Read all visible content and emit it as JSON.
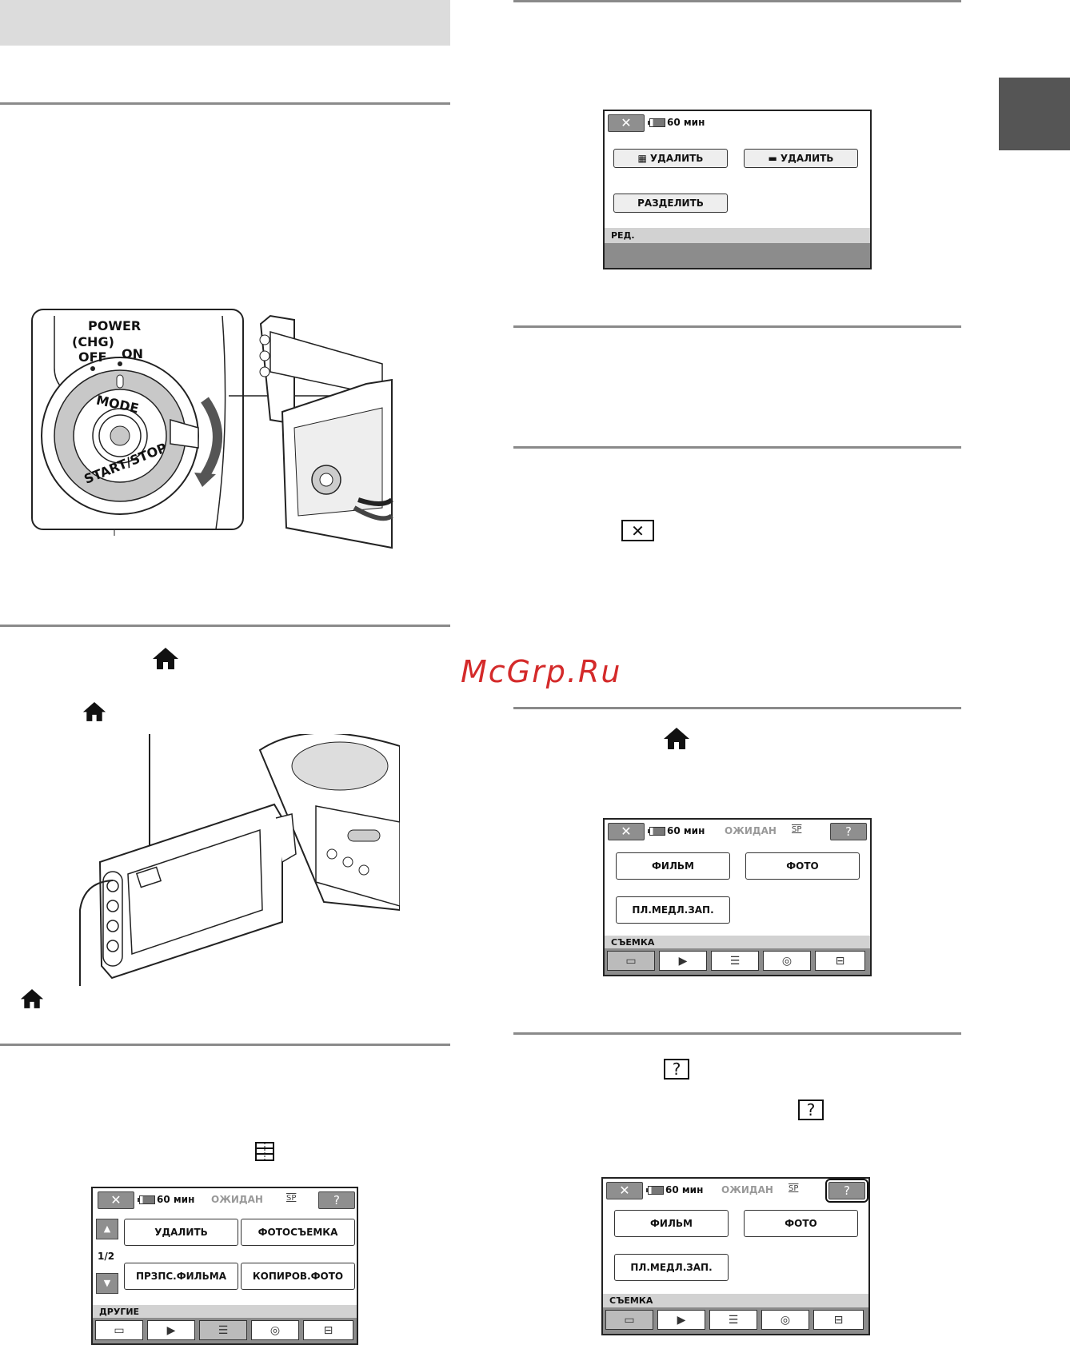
{
  "watermark": "McGrp.Ru",
  "dial": {
    "power": "POWER",
    "chg": "(CHG)",
    "off": "OFF",
    "on": "ON",
    "mode": "MODE",
    "startstop": "START/STOP"
  },
  "screen_edit": {
    "close": "✕",
    "time": "60 мин",
    "btn_delete_movie": "УДАЛИТЬ",
    "btn_delete_photo": "УДАЛИТЬ",
    "btn_split": "РАЗДЕЛИТЬ",
    "category": "РЕД."
  },
  "screen_other": {
    "close": "✕",
    "time": "60 мин",
    "status": "ОЖИДАН",
    "quality": "SP",
    "help": "?",
    "page": "1/2",
    "btn1": "УДАЛИТЬ",
    "btn2": "ФОТОСЪЕМКА",
    "btn3": "ПРЗПС.ФИЛЬМА",
    "btn4": "КОПИРОВ.ФОТО",
    "category": "ДРУГИЕ"
  },
  "screen_shoot1": {
    "close": "✕",
    "time": "60 мин",
    "status": "ОЖИДАН",
    "quality": "SP",
    "help": "?",
    "btn1": "ФИЛЬМ",
    "btn2": "ФОТО",
    "btn3": "ПЛ.МЕДЛ.ЗАП.",
    "category": "СЪЕМКА"
  },
  "screen_shoot2": {
    "close": "✕",
    "time": "60 мин",
    "status": "ОЖИДАН",
    "quality": "SP",
    "help": "?",
    "btn1": "ФИЛЬМ",
    "btn2": "ФОТО",
    "btn3": "ПЛ.МЕДЛ.ЗАП.",
    "category": "СЪЕМКА"
  },
  "icons": {
    "close_boxed": "✕",
    "help_boxed": "?"
  }
}
